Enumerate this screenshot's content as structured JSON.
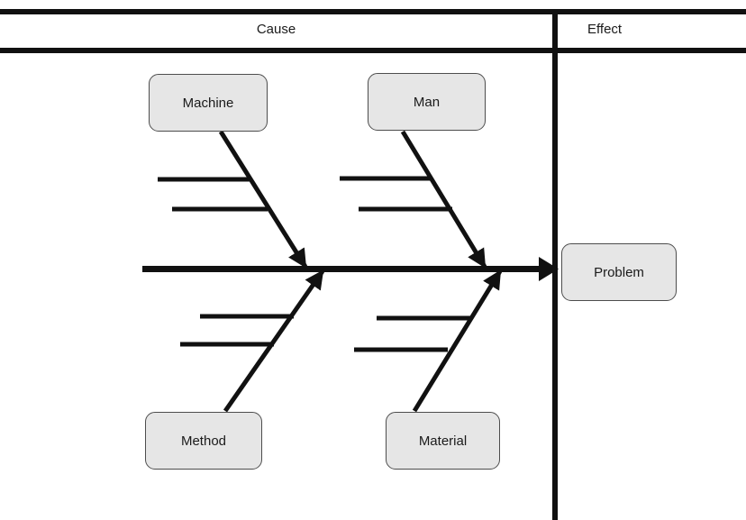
{
  "diagram": {
    "type": "fishbone-ishikawa",
    "headers": {
      "cause_label": "Cause",
      "effect_label": "Effect"
    },
    "effect_node": {
      "label": "Problem"
    },
    "cause_categories": [
      {
        "id": "machine",
        "label": "Machine",
        "position": "upper-left"
      },
      {
        "id": "man",
        "label": "Man",
        "position": "upper-right"
      },
      {
        "id": "method",
        "label": "Method",
        "position": "lower-left"
      },
      {
        "id": "material",
        "label": "Material",
        "position": "lower-right"
      }
    ],
    "sub_bones": {
      "machine": 2,
      "man": 2,
      "method": 2,
      "material": 2
    },
    "colors": {
      "stroke": "#111111",
      "box_fill": "#e6e6e6",
      "box_border": "#4d4d4d",
      "text": "#1a1a1a",
      "background": "#ffffff"
    }
  }
}
